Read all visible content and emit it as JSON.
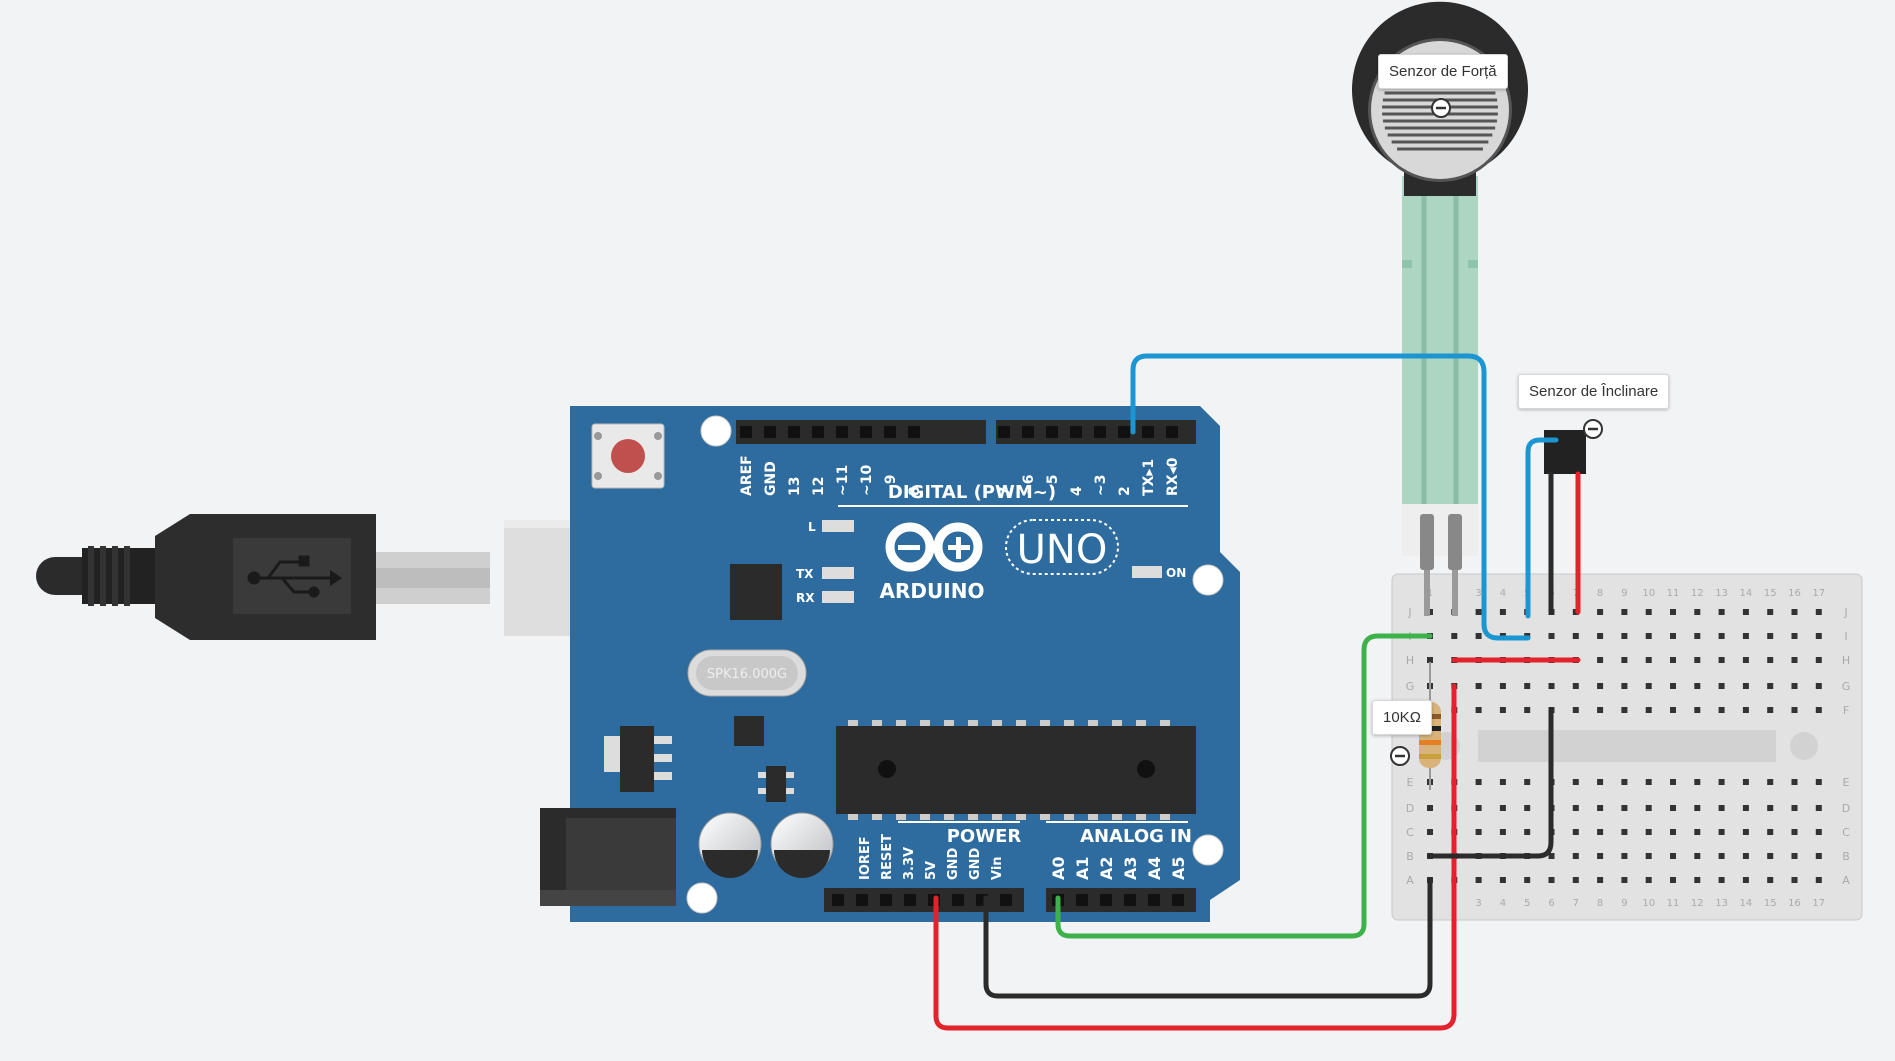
{
  "labels": {
    "force_sensor": "Senzor de Forță",
    "tilt_sensor": "Senzor de Înclinare",
    "resistor": "10KΩ"
  },
  "arduino": {
    "brand": "ARDUINO",
    "model": "UNO",
    "digital_header": "DIGITAL (PWM~)",
    "power_header": "POWER",
    "analog_header": "ANALOG IN",
    "led_l": "L",
    "led_tx": "TX",
    "led_rx": "RX",
    "led_on": "ON",
    "crystal": "SPK16.000G",
    "digital_pins": [
      "AREF",
      "GND",
      "13",
      "12",
      "~11",
      "~10",
      "~9",
      "8",
      "7",
      "~6",
      "~5",
      "4",
      "~3",
      "2",
      "TX▸1",
      "RX◂0"
    ],
    "power_pins": [
      "IOREF",
      "RESET",
      "3.3V",
      "5V",
      "GND",
      "GND",
      "Vin"
    ],
    "analog_pins": [
      "A0",
      "A1",
      "A2",
      "A3",
      "A4",
      "A5"
    ]
  },
  "breadboard": {
    "columns": [
      "1",
      "2",
      "3",
      "4",
      "5",
      "6",
      "7",
      "8",
      "9",
      "10",
      "11",
      "12",
      "13",
      "14",
      "15",
      "16",
      "17"
    ],
    "rows_top": [
      "J",
      "I",
      "H",
      "G",
      "F"
    ],
    "rows_bottom": [
      "E",
      "D",
      "C",
      "B",
      "A"
    ]
  },
  "colors": {
    "background": "#f2f3f5",
    "board": "#2e6b9e",
    "wire_blue": "#1b96d2",
    "wire_red": "#e3222c",
    "wire_black": "#2b2b2b",
    "wire_green": "#3db24a"
  }
}
